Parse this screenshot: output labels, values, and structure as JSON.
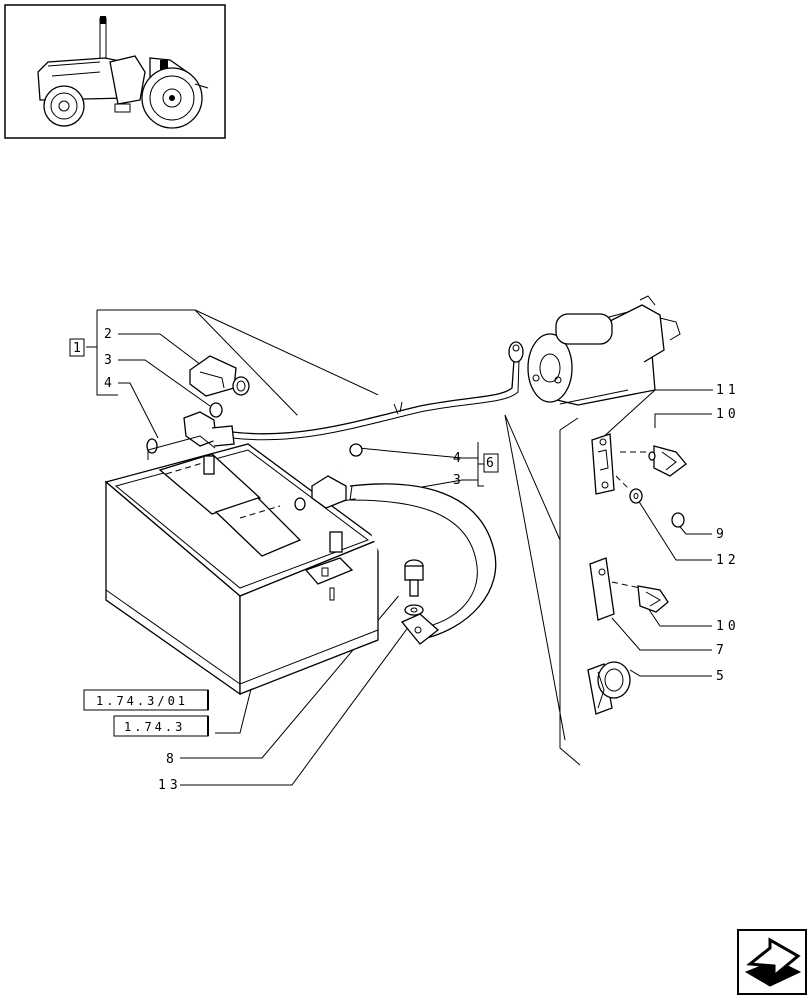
{
  "callouts": {
    "c1": "1",
    "c2": "2",
    "c3": "3",
    "c4": "4",
    "c4b": "4",
    "c3b": "3",
    "c6": "6",
    "c11": "11",
    "c10": "10",
    "c9": "9",
    "c12": "12",
    "c10b": "10",
    "c7": "7",
    "c5": "5",
    "c8": "8",
    "c13": "13"
  },
  "references": {
    "ref1": "1.74.3/01",
    "ref2": "1.74.3"
  },
  "icons": {
    "thumbnail": "tractor-thumbnail-icon",
    "nav": "next-page-arrow-icon"
  }
}
